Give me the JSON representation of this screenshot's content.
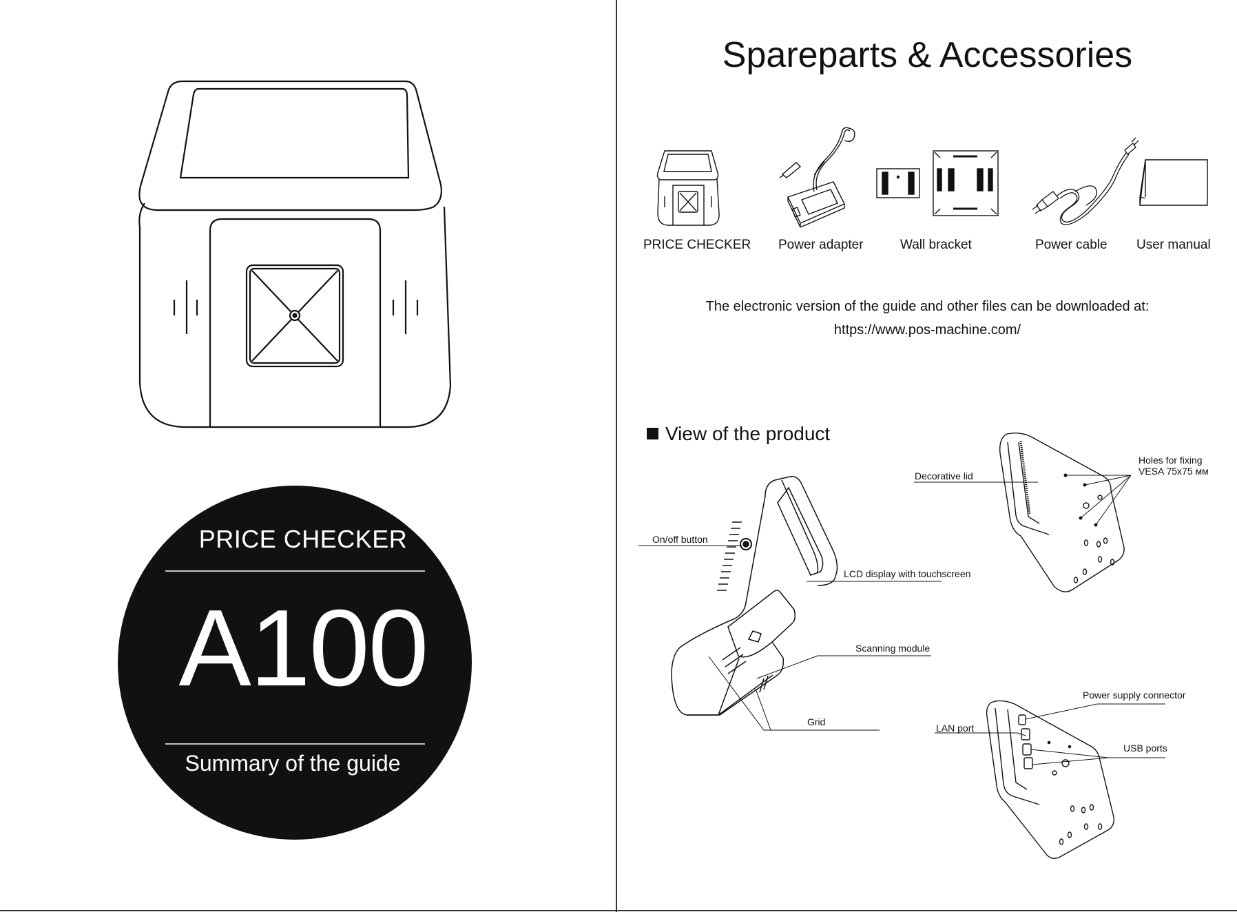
{
  "cover": {
    "product_line": "PRICE CHECKER",
    "model": "A100",
    "subtitle": "Summary of the guide"
  },
  "spareparts": {
    "heading": "Spareparts & Accessories",
    "items": [
      {
        "label": "PRICE CHECKER",
        "icon": "price-checker-icon"
      },
      {
        "label": "Power adapter",
        "icon": "power-adapter-icon"
      },
      {
        "label": "Wall bracket",
        "icon": "wall-bracket-icon"
      },
      {
        "label": "Power cable",
        "icon": "power-cable-icon"
      },
      {
        "label": "User manual",
        "icon": "user-manual-icon"
      }
    ],
    "download_text": "The electronic version of the guide and other files can be downloaded at:",
    "download_url": "https://www.pos-machine.com/"
  },
  "product_view": {
    "title": "View of the product",
    "callouts": {
      "on_off_button": "On/off button",
      "lcd_display": "LCD display with touchscreen",
      "scanning_module": "Scanning module",
      "grid": "Grid",
      "decorative_lid": "Decorative lid",
      "holes_line1": "Holes for fixing",
      "holes_line2": "VESA 75x75 мм",
      "power_supply": "Power supply connector",
      "lan_port": "LAN port",
      "usb_ports": "USB ports"
    }
  }
}
